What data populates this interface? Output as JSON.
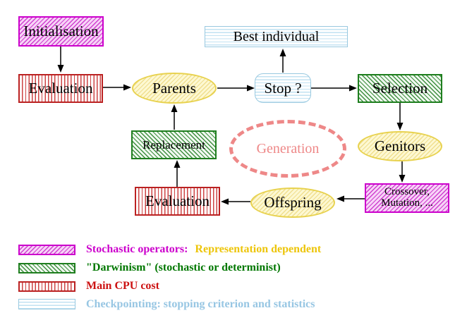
{
  "diagram": {
    "nodes": {
      "initialisation": {
        "label": "Initialisation",
        "style": "stochastic-operator"
      },
      "best_individual": {
        "label": "Best individual",
        "style": "checkpointing"
      },
      "evaluation_top": {
        "label": "Evaluation",
        "style": "main-cpu-cost"
      },
      "parents": {
        "label": "Parents",
        "style": "population-ellipse"
      },
      "stop": {
        "label": "Stop ?",
        "style": "checkpointing"
      },
      "selection": {
        "label": "Selection",
        "style": "darwinism"
      },
      "replacement": {
        "label": "Replacement",
        "style": "darwinism"
      },
      "generation": {
        "label": "Generation",
        "style": "loop-annotation"
      },
      "genitors": {
        "label": "Genitors",
        "style": "population-ellipse"
      },
      "evaluation_bottom": {
        "label": "Evaluation",
        "style": "main-cpu-cost"
      },
      "offspring": {
        "label": "Offspring",
        "style": "population-ellipse"
      },
      "crossover": {
        "line1": "Crossover,",
        "line2": "Mutation, ...",
        "style": "stochastic-operator"
      }
    },
    "edges": [
      {
        "from": "Initialisation",
        "to": "Evaluation"
      },
      {
        "from": "Evaluation",
        "to": "Parents"
      },
      {
        "from": "Parents",
        "to": "Stop ?"
      },
      {
        "from": "Stop ?",
        "to": "Best individual"
      },
      {
        "from": "Stop ?",
        "to": "Selection"
      },
      {
        "from": "Selection",
        "to": "Genitors"
      },
      {
        "from": "Genitors",
        "to": "Crossover, Mutation, ..."
      },
      {
        "from": "Crossover, Mutation, ...",
        "to": "Offspring"
      },
      {
        "from": "Offspring",
        "to": "Evaluation"
      },
      {
        "from": "Evaluation",
        "to": "Replacement"
      },
      {
        "from": "Replacement",
        "to": "Parents"
      }
    ]
  },
  "legend": {
    "items": [
      {
        "swatch": "magenta-diagonal-hatch",
        "label": "Stochastic operators:",
        "label_secondary": "Representation dependent"
      },
      {
        "swatch": "green-diagonal-hatch",
        "label": "\"Darwinism\" (stochastic or determinist)",
        "label_secondary": ""
      },
      {
        "swatch": "red-vertical-stripes",
        "label": "Main CPU cost",
        "label_secondary": ""
      },
      {
        "swatch": "cyan-horizontal-stripes",
        "label": "Checkpointing: stopping criterion and statistics",
        "label_secondary": ""
      }
    ]
  },
  "colors": {
    "magenta": "#cc00cc",
    "green": "#1e7e1e",
    "red": "#bb2222",
    "cyan_border": "#99c9e0",
    "yellow_border": "#e8d24f",
    "salmon": "#ee8888",
    "legend_gold_text": "#edc50a",
    "legend_green_text": "#007700",
    "legend_red_text": "#cc1111",
    "legend_blue_text": "#97c6e3",
    "arrow": "#000000"
  }
}
